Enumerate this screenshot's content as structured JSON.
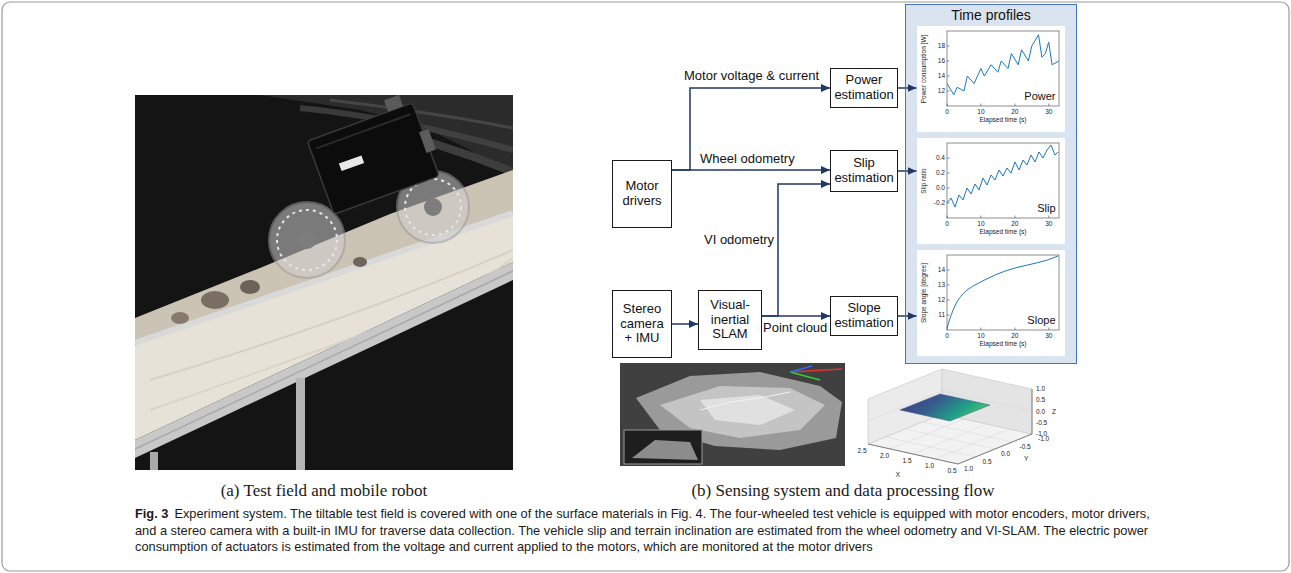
{
  "diagram": {
    "caption": "Experiment system. The tiltable test field is covered with one of the surface materials in Fig. 4. The four-wheeled test vehicle is equipped with motor encoders, motor drivers, and a stereo camera with a built-in IMU for traverse data collection. The vehicle slip and terrain inclination are estimated from the wheel odometry and VI-SLAM. The electric power consumption of actuators is estimated from the voltage and current applied to the motors, which are monitored at the motor drivers",
    "nodes": [
      {
        "text": [
          "Motor drivers"
        ]
      },
      {
        "text": [
          "Stereo camera + IMU"
        ]
      },
      {
        "text": [
          "Visual-inertial SLAM"
        ]
      },
      {
        "text": [
          "Power estimation"
        ]
      },
      {
        "text": [
          "Slip estimation"
        ]
      },
      {
        "text": [
          "Slope estimation"
        ]
      },
      {
        "text": [
          "Time profiles"
        ]
      },
      {
        "text": [
          "Power"
        ],
        "in": 6
      },
      {
        "text": [
          "Slip"
        ],
        "in": 6
      },
      {
        "text": [
          "Slope"
        ],
        "in": 6
      }
    ],
    "edges": [
      {
        "from": 0,
        "to": 3,
        "arrow": "to",
        "label": "Motor voltage & current"
      },
      {
        "from": 0,
        "to": 4,
        "arrow": "to",
        "label": "Wheel odometry"
      },
      {
        "from": 1,
        "to": 2,
        "arrow": "to"
      },
      {
        "from": 2,
        "to": 4,
        "arrow": "to",
        "label": "VI odometry"
      },
      {
        "from": 2,
        "to": 5,
        "arrow": "to",
        "label": "Point cloud"
      },
      {
        "from": 3,
        "to": 7,
        "arrow": "to"
      },
      {
        "from": 4,
        "to": 8,
        "arrow": "to"
      },
      {
        "from": 5,
        "to": 9,
        "arrow": "to"
      }
    ],
    "labels": [
      "(a) Test field and mobile robot",
      "(b) Sensing system and data processing flow",
      "Fig. 3",
      "Power consumption [W]",
      "12",
      "14",
      "16",
      "18",
      "0",
      "10",
      "20",
      "30",
      "Elapsed time (s)",
      "Slip ratio",
      "-0.2",
      "0.0",
      "0.2",
      "0.4",
      "0",
      "10",
      "20",
      "30",
      "Elapsed time (s)",
      "Slope angle [degree]",
      "11",
      "12",
      "13",
      "14",
      "0",
      "10",
      "20",
      "30",
      "Elapsed time (s)",
      "2.5",
      "2.0",
      "1.5",
      "1.0",
      "0.5",
      "X",
      "1.0",
      "0.5",
      "0.0",
      "-0.5",
      "-1.0",
      "Y",
      "1.0",
      "0.5",
      "0.0",
      "-0.5",
      "-1.0",
      "Z"
    ]
  }
}
